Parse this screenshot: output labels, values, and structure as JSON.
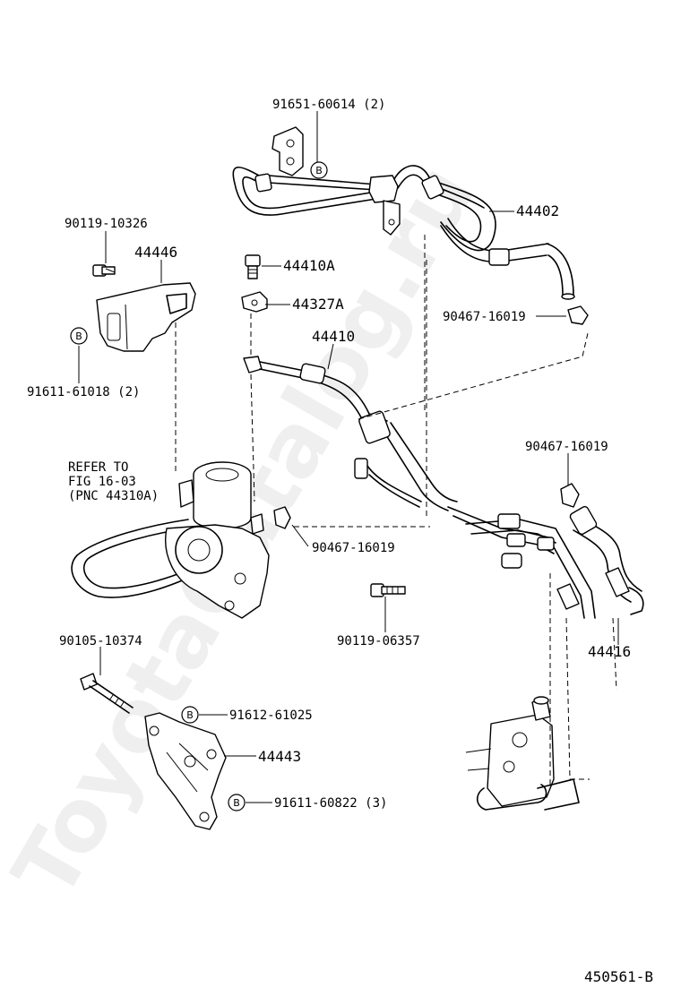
{
  "watermark": "ToyotaCatalog.ru",
  "figure_id": "450561-B",
  "marker_letter": "B",
  "refer_note": {
    "line1": "REFER TO",
    "line2": "FIG 16-03",
    "line3": "(PNC 44310A)"
  },
  "labels": {
    "p_91651_60614": "91651-60614 (2)",
    "p_44402": "44402",
    "p_90119_10326": "90119-10326",
    "p_44446": "44446",
    "p_44410A": "44410A",
    "p_44327A": "44327A",
    "p_90467_16019_top": "90467-16019",
    "p_44410": "44410",
    "p_91611_61018": "91611-61018 (2)",
    "p_90467_16019_right": "90467-16019",
    "p_90467_16019_mid": "90467-16019",
    "p_90119_06357": "90119-06357",
    "p_44416": "44416",
    "p_90105_10374": "90105-10374",
    "p_91612_61025": "91612-61025",
    "p_44443": "44443",
    "p_91611_60822": "91611-60822 (3)"
  },
  "colors": {
    "ink": "#000000",
    "background": "#ffffff"
  }
}
